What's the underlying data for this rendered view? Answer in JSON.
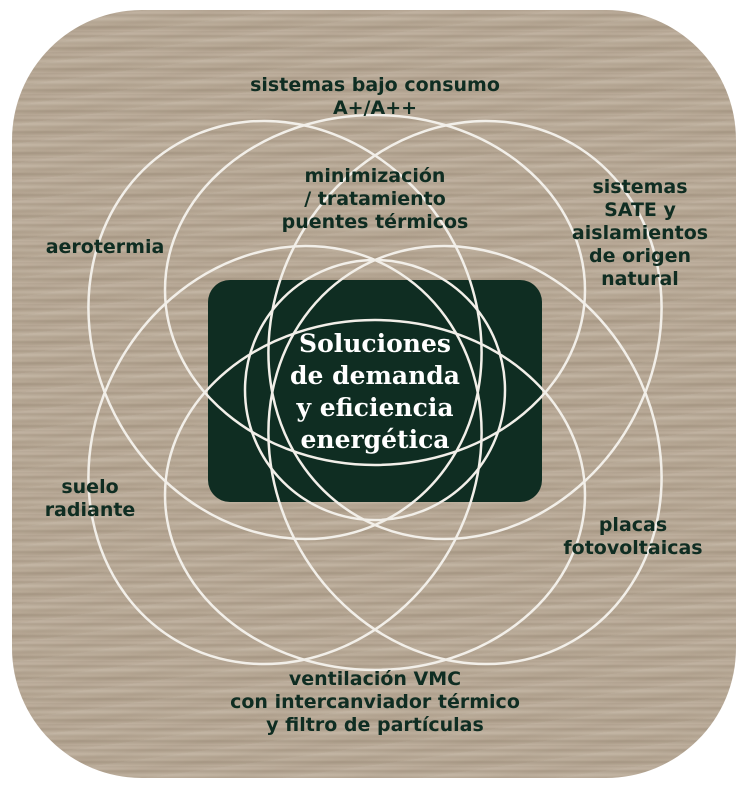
{
  "diagram": {
    "center_title": "Soluciones\nde demanda\ny eficiencia\nenergética",
    "labels": {
      "top": "sistemas bajo consumo\nA+/A++",
      "upper_center": "minimización\n/ tratamiento\npuentes térmicos",
      "upper_left": "aerotermia",
      "upper_right": "sistemas\nSATE y\naislamientos\nde origen\nnatural",
      "lower_left": "suelo\nradiante",
      "lower_right": "placas\nfotovoltaicas",
      "bottom": "ventilación VMC\ncon intercanviador térmico\ny filtro de partículas"
    }
  },
  "colors": {
    "accent": "#0f2d22",
    "ring": "#f2efe9",
    "background": "#b8a995"
  }
}
